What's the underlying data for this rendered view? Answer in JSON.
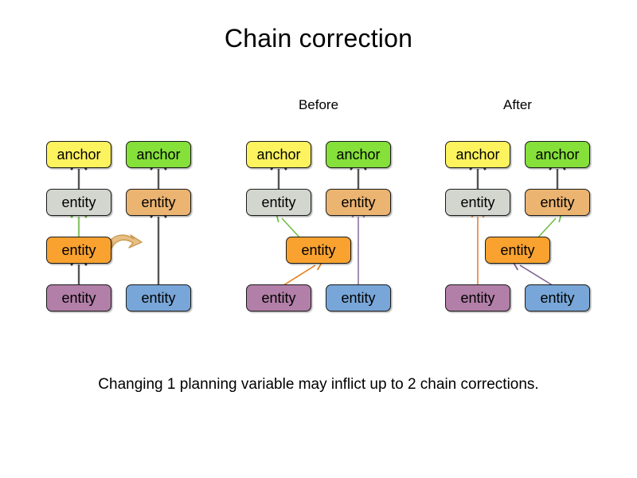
{
  "slide": {
    "title": "Chain correction",
    "caption": "Changing 1 planning variable may inflict up to 2 chain corrections.",
    "background": "#ffffff"
  },
  "phase_labels": {
    "before": "Before",
    "after": "After"
  },
  "palette": {
    "anchor_yellow": "#FDF35E",
    "anchor_green": "#85E03A",
    "entity_grey": "#D2D6CE",
    "entity_tan": "#EBB471",
    "entity_orange": "#F9A230",
    "entity_purple": "#B27FA8",
    "entity_blue": "#78A6D8",
    "arrow_dark": "#545454",
    "arrow_green": "#6FBE44",
    "arrow_orange": "#E87C18",
    "arrow_lightorange": "#E8965A",
    "arrow_purple": "#7C5E8C",
    "arrow_mauve": "#A287AE",
    "move_arrow_tan": "#DDB173"
  },
  "diagrams": [
    {
      "id": "initial",
      "label": "",
      "nodes": [
        {
          "id": "i-anchor-a",
          "label": "anchor",
          "color": "anchor_yellow"
        },
        {
          "id": "i-anchor-b",
          "label": "anchor",
          "color": "anchor_green"
        },
        {
          "id": "i-entity-grey",
          "label": "entity",
          "color": "entity_grey"
        },
        {
          "id": "i-entity-tan",
          "label": "entity",
          "color": "entity_tan"
        },
        {
          "id": "i-entity-orange",
          "label": "entity",
          "color": "entity_orange"
        },
        {
          "id": "i-entity-purple",
          "label": "entity",
          "color": "entity_purple"
        },
        {
          "id": "i-entity-blue",
          "label": "entity",
          "color": "entity_blue"
        }
      ]
    },
    {
      "id": "before",
      "label": "Before",
      "nodes": [
        {
          "id": "b-anchor-a",
          "label": "anchor",
          "color": "anchor_yellow"
        },
        {
          "id": "b-anchor-b",
          "label": "anchor",
          "color": "anchor_green"
        },
        {
          "id": "b-entity-grey",
          "label": "entity",
          "color": "entity_grey"
        },
        {
          "id": "b-entity-tan",
          "label": "entity",
          "color": "entity_tan"
        },
        {
          "id": "b-entity-orange",
          "label": "entity",
          "color": "entity_orange"
        },
        {
          "id": "b-entity-purple",
          "label": "entity",
          "color": "entity_purple"
        },
        {
          "id": "b-entity-blue",
          "label": "entity",
          "color": "entity_blue"
        }
      ]
    },
    {
      "id": "after",
      "label": "After",
      "nodes": [
        {
          "id": "a-anchor-a",
          "label": "anchor",
          "color": "anchor_yellow"
        },
        {
          "id": "a-anchor-b",
          "label": "anchor",
          "color": "anchor_green"
        },
        {
          "id": "a-entity-grey",
          "label": "entity",
          "color": "entity_grey"
        },
        {
          "id": "a-entity-tan",
          "label": "entity",
          "color": "entity_tan"
        },
        {
          "id": "a-entity-orange",
          "label": "entity",
          "color": "entity_orange"
        },
        {
          "id": "a-entity-purple",
          "label": "entity",
          "color": "entity_purple"
        },
        {
          "id": "a-entity-blue",
          "label": "entity",
          "color": "entity_blue"
        }
      ]
    }
  ]
}
